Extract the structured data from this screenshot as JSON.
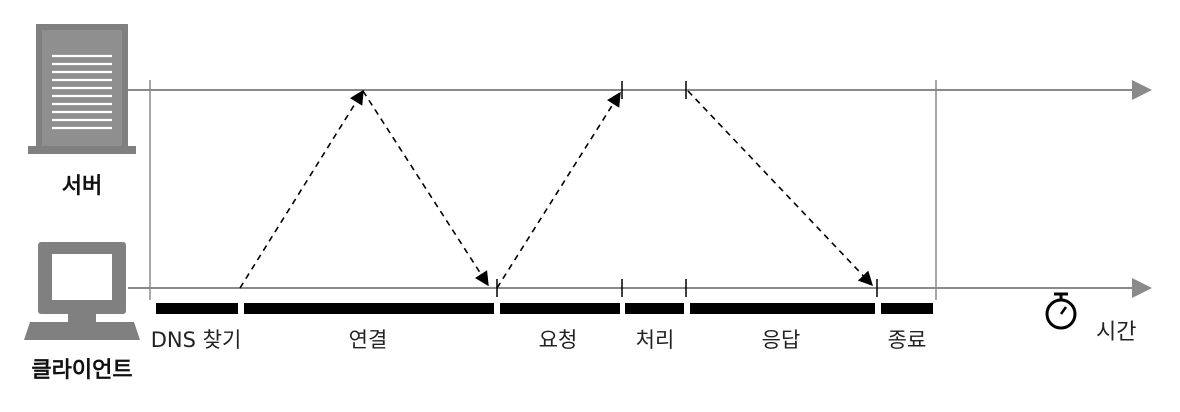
{
  "roles": {
    "server": "서버",
    "client": "클라이언트"
  },
  "phases": [
    {
      "id": "dns",
      "label": "DNS 찾기"
    },
    {
      "id": "connect",
      "label": "연결"
    },
    {
      "id": "request",
      "label": "요청"
    },
    {
      "id": "process",
      "label": "처리"
    },
    {
      "id": "response",
      "label": "응답"
    },
    {
      "id": "close",
      "label": "종료"
    }
  ],
  "time_label": "시간",
  "icons": {
    "server": "server-icon",
    "client": "computer-icon",
    "timer": "stopwatch-icon"
  },
  "colors": {
    "line": "#8a8a8a",
    "bar": "#000000",
    "icon": "#808080",
    "arrow": "#000000"
  }
}
